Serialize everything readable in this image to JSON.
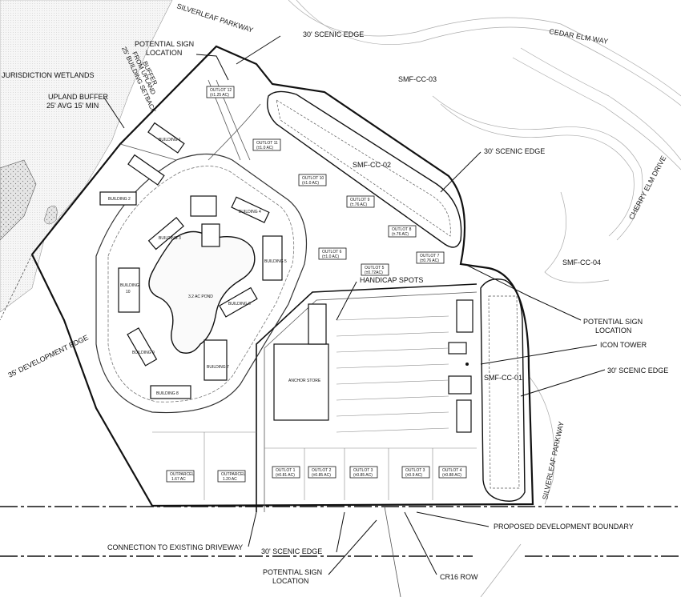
{
  "labels": {
    "silverleaf_top": "SILVERLEAF PARKWAY",
    "silverleaf_right": "SILVERLEAF PARKWAY",
    "cedar_elm": "CEDAR ELM WAY",
    "cherry_elm": "CHERRY ELM DRIVE",
    "smf_cc_03": "SMF-CC-03",
    "smf_cc_02": "SMF-CC-02",
    "smf_cc_04": "SMF-CC-04",
    "smf_cc_01": "SMF-CC-01",
    "potential_sign_top": "POTENTIAL SIGN",
    "potential_sign_top_2": "LOCATION",
    "scenic_edge_top": "30' SCENIC EDGE",
    "building_setback_1": "25' BUILDING SETBACK",
    "building_setback_2": "FROM UPLAND",
    "building_setback_3": "BUFFER",
    "wetlands": "JURISDICTION WETLANDS",
    "upland_buffer_1": "UPLAND BUFFER",
    "upland_buffer_2": "25' AVG 15' MIN",
    "scenic_edge_mid": "30' SCENIC EDGE",
    "handicap": "HANDICAP SPOTS",
    "potential_sign_right": "POTENTIAL SIGN",
    "potential_sign_right_2": "LOCATION",
    "icon_tower": "ICON TOWER",
    "scenic_edge_right": "30' SCENIC EDGE",
    "dev_edge": "35' DEVELOPMENT EDGE",
    "proposed_boundary": "PROPOSED DEVELOPMENT BOUNDARY",
    "connection_driveway": "CONNECTION TO EXISTING DRIVEWAY",
    "scenic_edge_bottom": "30' SCENIC EDGE",
    "potential_sign_bottom": "POTENTIAL SIGN",
    "potential_sign_bottom_2": "LOCATION",
    "cr16": "CR16 ROW",
    "pond": "3.2 AC POND"
  },
  "outlots": [
    {
      "name": "OUTLOT 12",
      "area": "(±1.25 AC)"
    },
    {
      "name": "OUTLOT 11",
      "area": "(±1.0 AC)"
    },
    {
      "name": "OUTLOT 10",
      "area": "(±1.0 AC)"
    },
    {
      "name": "OUTLOT 9",
      "area": "(±.76 AC)"
    },
    {
      "name": "OUTLOT 8",
      "area": "(±.76 AC)"
    },
    {
      "name": "OUTLOT 6",
      "area": "(±1.0 AC)"
    },
    {
      "name": "OUTLOT 5",
      "area": "(±0.72AC)"
    },
    {
      "name": "OUTLOT 7",
      "area": "(±0.76 AC)"
    },
    {
      "name": "OUTLOT 1",
      "area": "(±0.81 AC)"
    },
    {
      "name": "OUTLOT 2",
      "area": "(±0.85 AC)"
    },
    {
      "name": "OUTLOT 3",
      "area": "(±0.85 AC)"
    },
    {
      "name": "OUTLOT 3",
      "area": "(±0.9 AC)"
    },
    {
      "name": "OUTLOT 4",
      "area": "(±0.88 AC)"
    }
  ],
  "outparcels": [
    {
      "name": "OUTPARCEL",
      "area": "1.67 AC"
    },
    {
      "name": "OUTPARCEL",
      "area": "1.20 AC"
    }
  ],
  "buildings": [
    "BUILDING 1",
    "BUILDING 2",
    "BUILDING 3",
    "BUILDING 4",
    "BUILDING 5",
    "BUILDING 6",
    "BUILDING 7",
    "BUILDING 8",
    "BUILDING 9",
    "BUILDING 10"
  ],
  "building_10_label": "BUILDING",
  "building_10_num": "10",
  "anchor_label": "ANCHOR STORE"
}
